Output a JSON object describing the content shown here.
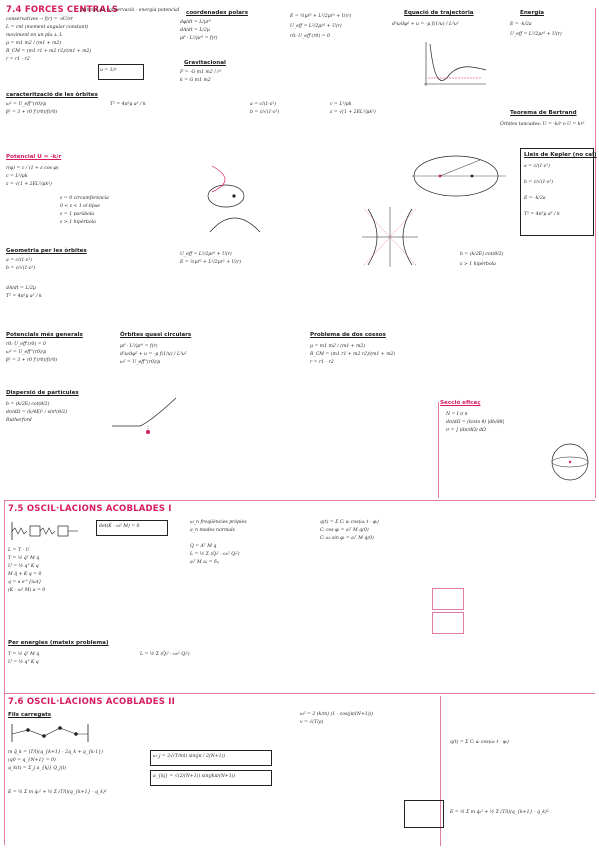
{
  "sections": {
    "s74": {
      "title": "7.4 FORCES CENTRALS",
      "intro_note": "principi de conservació · energia potencial",
      "sub_orbits": "caracterització de les òrbites",
      "sub_potential": "Potencial U = -k/r",
      "sub_geometry": "Geometria per les òrbites",
      "sub_general": "Potencials més generals",
      "sub_circular": "Òrbites quasi circulars",
      "sub_two_body": "Problema de dos cossos",
      "sub_scattering": "Dispersió de partícules",
      "sub_cross_section": "Secció eficaç",
      "label_polar": "coordenades polars",
      "label_gravitational": "Gravitacional",
      "label_trajectory": "Equació de trajectòria",
      "label_energy": "Energia",
      "label_bertrand": "Teorema de Bertrand",
      "label_kepler": "Lleis de Kepler (no cal)"
    },
    "s75": {
      "title": "7.5 OSCIL·LACIONS ACOBLADES I",
      "sub_energy": "Per energies (mateix problema)"
    },
    "s76": {
      "title": "7.6 OSCIL·LACIONS ACOBLADES II",
      "sub_string": "Fils carregats"
    }
  },
  "formulas": {
    "f1": "conservatives → f(r) = -∂U/∂r",
    "f2": "L = cnt (moment angular constant)",
    "f3": "moviment en un pla ⊥ L",
    "f4": "E = ½μṙ² + L²/2μr² + U(r)",
    "f5": "dφ/dt = L/μr²",
    "f6": "U_eff = L²/2μr² + U(r)",
    "f7": "μr̈ - L²/μr³ = f(r)",
    "f8": "d²u/dφ² + u = -μ f(1/u) / L²u²",
    "f9": "u = 1/r",
    "f10": "r(φ) = c / (1 + ε cos φ)",
    "f11": "c = L²/μk",
    "f12": "ε = √(1 + 2EL²/μk²)",
    "f13": "ε = 0 circumferència",
    "f14": "0 < ε < 1 el·lipse",
    "f15": "ε = 1 paràbola",
    "f16": "ε > 1 hipèrbola",
    "f17": "a = c/(1-ε²)",
    "f18": "b = c/√(1-ε²)",
    "f19": "T² = 4π²μ a³ / k",
    "f20": "F = -G m1 m2 / r²",
    "f21": "k = G m1 m2",
    "f22": "E = -k/2a",
    "f23": "dA/dt = L/2μ",
    "f24": "Òrbites tancades: U = -k/r o U = kr²",
    "f25": "ω² = U_eff''(r0)/μ",
    "f26": "r0: U_eff'(r0) = 0",
    "f27": "β² = 3 + r0 f'(r0)/f(r0)",
    "f28": "μ = m1 m2 / (m1 + m2)",
    "f29": "R_CM = (m1 r1 + m2 r2)/(m1 + m2)",
    "f30": "r = r1 - r2",
    "f31": "b = (k/2E) cot(θ/2)",
    "f32": "dσ/dΩ = (b/sin θ) |db/dθ|",
    "f33": "dσ/dΩ = (k/4E)² / sin⁴(θ/2)",
    "f34": "Rutherford",
    "f35": "N = I σ n",
    "f36": "σ = ∫ (dσ/dΩ) dΩ",
    "f37": "L = T - U",
    "f38": "T = ½ q̇ᵀ M q̇",
    "f39": "U = ½ qᵀ K q",
    "f40": "M q̈ + K q = 0",
    "f41": "q = a e^{iωt}",
    "f42": "(K - ω² M) a = 0",
    "f43": "det(K - ω² M) = 0",
    "f44": "ω_n freqüències pròpies",
    "f45": "a_n modes normals",
    "f46": "Q = Aᵀ M q",
    "f47": "L = ½ Σ (Q̇ᵢ² - ωᵢ² Qᵢ²)",
    "f48": "aᵢᵀ M aⱼ = δᵢⱼ",
    "f49": "q(t) = Σ Cᵢ aᵢ cos(ωᵢ t - φᵢ)",
    "f50": "Cᵢ cos φᵢ = aᵢᵀ M q(0)",
    "f51": "Cᵢ ωᵢ sin φᵢ = aᵢᵀ M q̇(0)",
    "f52": "ω² = 2 (k/m) (1 - cos(jπ/(N+1)))",
    "f53": "ω_j = 2√(T/ml) sin(jπ / 2(N+1))",
    "f54": "a_{kj} = √(2/(N+1)) sin(jkπ/(N+1))",
    "f55": "m q̈_k = (T/l)(q_{k+1} - 2q_k + q_{k-1})",
    "f56": "q_k(t) = Σ_j a_{kj} Q_j(t)",
    "f57": "E = ½ Σ m q̇ₖ² + ½ Σ (T/l)(q_{k+1} - q_k)²",
    "f58": "v = √(T/ρ)",
    "f59": "(q0 = q_{N+1} = 0)"
  }
}
